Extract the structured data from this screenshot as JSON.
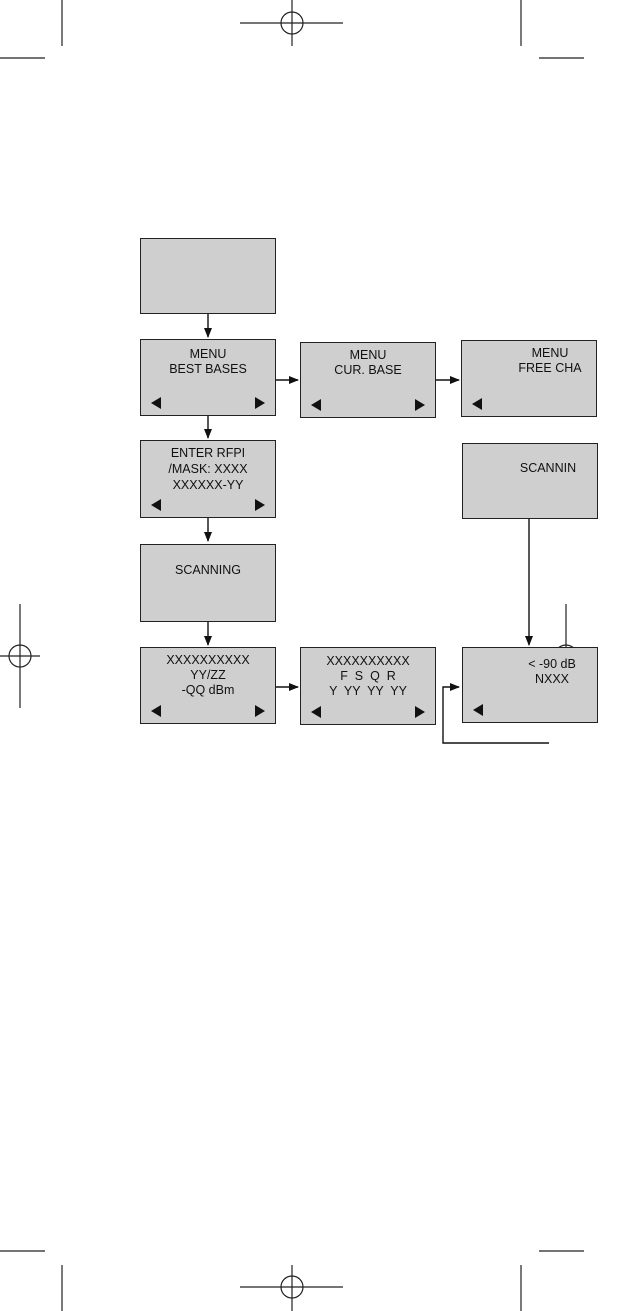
{
  "screens": {
    "blank": {
      "lines": []
    },
    "best_bases": {
      "lines": [
        "MENU",
        "BEST BASES"
      ]
    },
    "cur_base": {
      "lines": [
        "MENU",
        "CUR. BASE"
      ]
    },
    "free_cha": {
      "lines": [
        "MENU",
        "FREE CHA"
      ]
    },
    "enter_rfpi": {
      "lines": [
        "ENTER RFPI",
        "/MASK: XXXX",
        "XXXXXX-YY"
      ]
    },
    "scanning_left": {
      "lines": [
        "SCANNING"
      ]
    },
    "scanning_right": {
      "lines": [
        "SCANNIN"
      ]
    },
    "result": {
      "lines": [
        "XXXXXXXXXX",
        "YY/ZZ",
        "-QQ dBm"
      ]
    },
    "detail": {
      "lines": [
        "XXXXXXXXXX",
        "F  S  Q  R",
        "Y  YY  YY  YY"
      ]
    },
    "level": {
      "lines": [
        "< -90 dB",
        "NXXX"
      ]
    }
  },
  "icons": {
    "left": "left-triangle-icon",
    "right": "right-triangle-icon",
    "registration": "registration-crosshair-icon"
  },
  "colors": {
    "screen_fill": "#cfcfcf",
    "line": "#222222"
  }
}
